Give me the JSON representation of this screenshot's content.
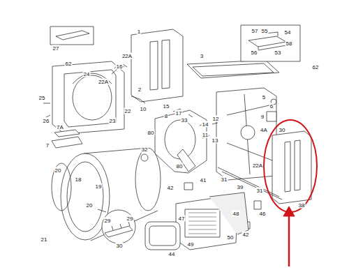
{
  "diagram": {
    "labels": [
      "27",
      "1",
      "3",
      "57",
      "55",
      "54",
      "56",
      "53",
      "58",
      "62",
      "62",
      "22A",
      "16",
      "24",
      "22A",
      "25",
      "26",
      "2",
      "10",
      "22",
      "23",
      "7A",
      "7",
      "15",
      "17",
      "8",
      "33",
      "80",
      "80",
      "14",
      "12",
      "11",
      "13",
      "5",
      "6",
      "9",
      "4A",
      "30",
      "22A",
      "31",
      "39",
      "31",
      "38",
      "32",
      "20",
      "18",
      "19",
      "20",
      "21",
      "29",
      "29",
      "30",
      "42",
      "41",
      "42",
      "46",
      "48",
      "47",
      "50",
      "44",
      "49"
    ]
  }
}
